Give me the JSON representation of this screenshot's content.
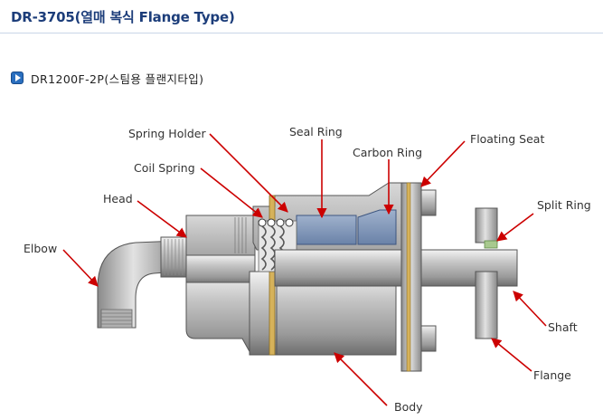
{
  "header": {
    "title": "DR-3705(열매 복식 Flange Type)"
  },
  "section": {
    "icon": "play-arrow-icon",
    "model": "DR1200F-2P(스팀용 플랜지타입)"
  },
  "diagram": {
    "labels": {
      "spring_holder": "Spring Holder",
      "coil_spring": "Coil Spring",
      "head": "Head",
      "elbow": "Elbow",
      "seal_ring": "Seal Ring",
      "carbon_ring": "Carbon Ring",
      "floating_seat": "Floating Seat",
      "split_ring": "Split Ring",
      "shaft": "Shaft",
      "flange": "Flange",
      "body": "Body"
    },
    "colors": {
      "leader": "#cc0000",
      "metal": "#b9b9b9",
      "seal": "#7f96b8",
      "accent": "#a8c98e"
    }
  }
}
